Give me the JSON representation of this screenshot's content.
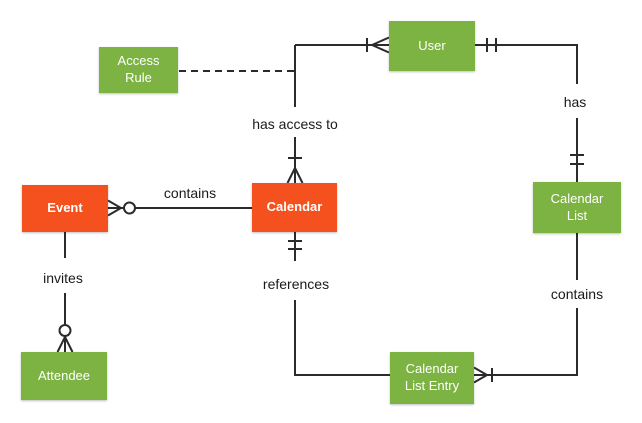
{
  "diagram": {
    "type": "entity-relationship",
    "background_color": "#FFFFFF",
    "line_color": "#2b2b2b",
    "label_text_color": "#1A1A1A",
    "entity_colors": {
      "primary": "#F4511E",
      "secondary": "#7CB342",
      "text": "#FFFFFF"
    },
    "entities": {
      "event": {
        "label": "Event",
        "fill": "#F4511E"
      },
      "calendar": {
        "label": "Calendar",
        "fill": "#F4511E"
      },
      "access_rule": {
        "label": "Access Rule",
        "fill": "#7CB342"
      },
      "user": {
        "label": "User",
        "fill": "#7CB342"
      },
      "calendar_list": {
        "label": "Calendar List",
        "fill": "#7CB342"
      },
      "attendee": {
        "label": "Attendee",
        "fill": "#7CB342"
      },
      "calendar_list_entry": {
        "label": "Calendar List Entry",
        "fill": "#7CB342"
      }
    },
    "relationships": {
      "calendar_contains_event": {
        "label": "contains",
        "from": "Calendar",
        "to": "Event",
        "to_cardinality": "zero-or-many",
        "style": "solid"
      },
      "calendar_has_access_to_user": {
        "label": "has access to",
        "from": "Calendar",
        "to": "User",
        "from_cardinality": "one-or-many",
        "to_cardinality": "one-or-many",
        "style": "solid"
      },
      "access_rule_annotation": {
        "label": "",
        "from": "Access Rule",
        "to": "has access to line",
        "style": "dashed"
      },
      "user_has_calendar_list": {
        "label": "has",
        "from": "User",
        "to": "Calendar List",
        "from_cardinality": "exactly-one",
        "to_cardinality": "exactly-one",
        "style": "solid"
      },
      "calendar_list_contains_entry": {
        "label": "contains",
        "from": "Calendar List",
        "to": "Calendar List Entry",
        "to_cardinality": "one-or-many",
        "style": "solid"
      },
      "calendar_references_entry": {
        "label": "references",
        "from": "Calendar",
        "to": "Calendar List Entry",
        "from_cardinality": "exactly-one",
        "style": "solid"
      },
      "event_invites_attendee": {
        "label": "invites",
        "from": "Event",
        "to": "Attendee",
        "to_cardinality": "zero-or-many",
        "style": "solid"
      }
    }
  }
}
